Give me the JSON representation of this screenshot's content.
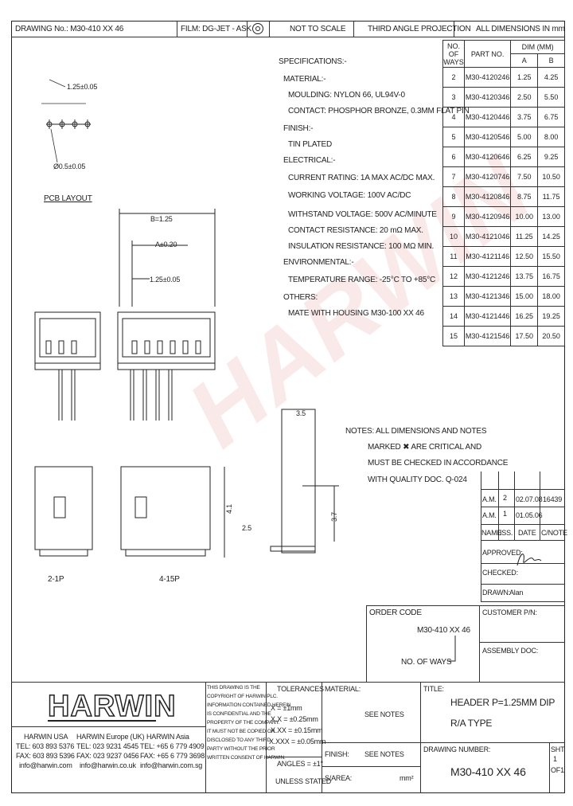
{
  "header": {
    "drawing_no": "DRAWING No.: M30-410 XX 46",
    "film": "FILM: DG-JET - ASK",
    "scale": "NOT TO SCALE",
    "projection": "THIRD ANGLE PROJECTION",
    "units": "ALL DIMENSIONS IN mm"
  },
  "pcb": {
    "pitch": "1.25±0.05",
    "hole": "Ø0.5±0.05",
    "label": "PCB LAYOUT"
  },
  "dims": {
    "b": "B=1.25",
    "a": "A±0.20",
    "pitch": "1.25±0.05",
    "d35": "3.5",
    "d41": "4.1",
    "d25": "2.5",
    "d37": "3.7"
  },
  "views": {
    "left": "2-1P",
    "right": "4-15P"
  },
  "specs": [
    "SPECIFICATIONS:-",
    "MATERIAL:-",
    "MOULDING: NYLON 66, UL94V-0",
    "CONTACT: PHOSPHOR BRONZE, 0.3MM FLAT PIN",
    "FINISH:-",
    "TIN PLATED",
    "ELECTRICAL:-",
    "CURRENT RATING: 1A MAX AC/DC MAX.",
    "WORKING VOLTAGE: 100V AC/DC",
    "WITHSTAND VOLTAGE: 500V AC/MINUTE",
    "CONTACT RESISTANCE: 20 mΩ MAX.",
    "INSULATION RESISTANCE: 100 MΩ MIN.",
    "ENVIRONMENTAL:-",
    "TEMPERATURE RANGE: -25°C TO +85°C",
    "OTHERS:",
    "MATE WITH HOUSING M30-100 XX 46"
  ],
  "table": {
    "h1": "NO. OF WAYS",
    "h2": "PART NO.",
    "h3": "DIM (MM)",
    "ha": "A",
    "hb": "B",
    "rows": [
      [
        "2",
        "M30-4120246",
        "1.25",
        "4.25"
      ],
      [
        "3",
        "M30-4120346",
        "2.50",
        "5.50"
      ],
      [
        "4",
        "M30-4120446",
        "3.75",
        "6.75"
      ],
      [
        "5",
        "M30-4120546",
        "5.00",
        "8.00"
      ],
      [
        "6",
        "M30-4120646",
        "6.25",
        "9.25"
      ],
      [
        "7",
        "M30-4120746",
        "7.50",
        "10.50"
      ],
      [
        "8",
        "M30-4120846",
        "8.75",
        "11.75"
      ],
      [
        "9",
        "M30-4120946",
        "10.00",
        "13.00"
      ],
      [
        "10",
        "M30-4121046",
        "11.25",
        "14.25"
      ],
      [
        "11",
        "M30-4121146",
        "12.50",
        "15.50"
      ],
      [
        "12",
        "M30-4121246",
        "13.75",
        "16.75"
      ],
      [
        "13",
        "M30-4121346",
        "15.00",
        "18.00"
      ],
      [
        "14",
        "M30-4121446",
        "16.25",
        "19.25"
      ],
      [
        "15",
        "M30-4121546",
        "17.50",
        "20.50"
      ]
    ]
  },
  "notes": [
    "NOTES: ALL DIMENSIONS AND NOTES",
    "MARKED ✖ ARE CRITICAL AND",
    "MUST BE CHECKED IN ACCORDANCE",
    "WITH QUALITY DOC. Q-024"
  ],
  "revisions": {
    "r1": [
      "A.M.",
      "2",
      "02.07.08",
      "16439"
    ],
    "r2": [
      "A.M.",
      "1",
      "01.05.06",
      ""
    ],
    "headers": [
      "NAME",
      "ISS.",
      "DATE",
      "C/NOTE"
    ],
    "approved": "APPROVED:",
    "checked": "CHECKED:",
    "drawn": "DRAWN:",
    "drawn_name": "Alan"
  },
  "order": {
    "label": "ORDER CODE",
    "code": "M30-410 XX 46",
    "ways": "NO. OF WAYS"
  },
  "customer": "CUSTOMER P/N:",
  "assembly": "ASSEMBLY DOC:",
  "watermark": "HARWIN",
  "footer": {
    "logo": "HARWIN",
    "offices": [
      {
        "name": "HARWIN USA",
        "l1": "TEL: 603 893 5376",
        "l2": "FAX: 603 893 5396",
        "l3": "info@harwin.com"
      },
      {
        "name": "HARWIN Europe (UK)",
        "l1": "TEL: 023 9231 4545",
        "l2": "FAX: 023 9237 0456",
        "l3": "info@harwin.co.uk"
      },
      {
        "name": "HARWIN Asia",
        "l1": "TEL: +65 6 779 4909",
        "l2": "FAX: +65 6 779 3698",
        "l3": "info@harwin.com.sg"
      }
    ],
    "legal": [
      "THIS DRAWING IS THE",
      "COPYRIGHT OF HARWIN PLC.",
      "INFORMATION CONTAINED HEREIN",
      "IS CONFIDENTIAL AND THE",
      "PROPERTY OF THE COMPANY.",
      "IT MUST NOT BE COPIED OR",
      "DISCLOSED TO ANY THIRD",
      "PARTY WITHOUT THE PRIOR",
      "WRITTEN CONSENT OF HARWIN."
    ],
    "tol_title": "TOLERANCES",
    "tol": [
      "X = ±1mm",
      "X.X = ±0.25mm",
      "X.XX = ±0.15mm",
      "X.XXX = ±0.05mm"
    ],
    "angles": "ANGLES = ±1°",
    "unless": "UNLESS STATED",
    "material": "MATERIAL:",
    "see_notes1": "SEE NOTES",
    "finish": "FINISH:",
    "see_notes2": "SEE NOTES",
    "sarea": "S/AREA:",
    "mm2": "mm²",
    "title_label": "TITLE:",
    "title1": "HEADER P=1.25MM DIP",
    "title2": "R/A TYPE",
    "dn_label": "DRAWING NUMBER:",
    "dn": "M30-410 XX 46",
    "sht": "SHT",
    "sht_no": "1",
    "of": "OF1"
  }
}
